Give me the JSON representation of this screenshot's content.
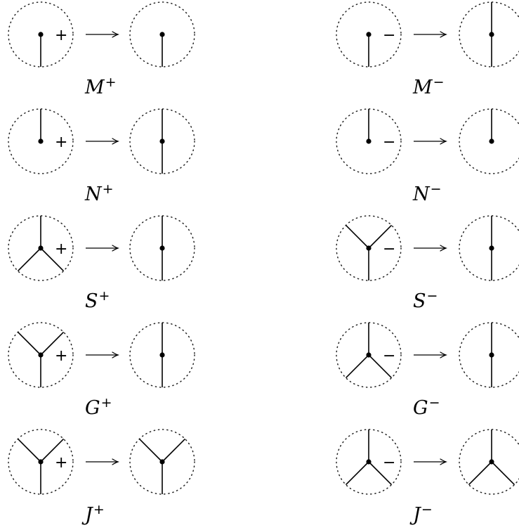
{
  "moves": [
    {
      "id": "M+",
      "letter": "M",
      "sign": "+",
      "before": [
        "S"
      ],
      "after": [
        "S"
      ]
    },
    {
      "id": "M-",
      "letter": "M",
      "sign": "−",
      "before": [
        "S"
      ],
      "after": [
        "N",
        "S"
      ]
    },
    {
      "id": "N+",
      "letter": "N",
      "sign": "+",
      "before": [
        "N"
      ],
      "after": [
        "N",
        "S"
      ]
    },
    {
      "id": "N-",
      "letter": "N",
      "sign": "−",
      "before": [
        "N"
      ],
      "after": [
        "N"
      ]
    },
    {
      "id": "S+",
      "letter": "S",
      "sign": "+",
      "before": [
        "N",
        "SW",
        "SE"
      ],
      "after": [
        "N",
        "S"
      ]
    },
    {
      "id": "S-",
      "letter": "S",
      "sign": "−",
      "before": [
        "NW",
        "NE",
        "S"
      ],
      "after": [
        "N",
        "S"
      ]
    },
    {
      "id": "G+",
      "letter": "G",
      "sign": "+",
      "before": [
        "NW",
        "NE",
        "S"
      ],
      "after": [
        "N",
        "S"
      ]
    },
    {
      "id": "G-",
      "letter": "G",
      "sign": "−",
      "before": [
        "N",
        "SW",
        "SE"
      ],
      "after": [
        "N",
        "S"
      ]
    },
    {
      "id": "J+",
      "letter": "J",
      "sign": "+",
      "before": [
        "NW",
        "NE",
        "S"
      ],
      "after": [
        "NW",
        "NE",
        "S"
      ]
    },
    {
      "id": "J-",
      "letter": "J",
      "sign": "−",
      "before": [
        "N",
        "SW",
        "SE"
      ],
      "after": [
        "N",
        "SW",
        "SE"
      ]
    }
  ]
}
